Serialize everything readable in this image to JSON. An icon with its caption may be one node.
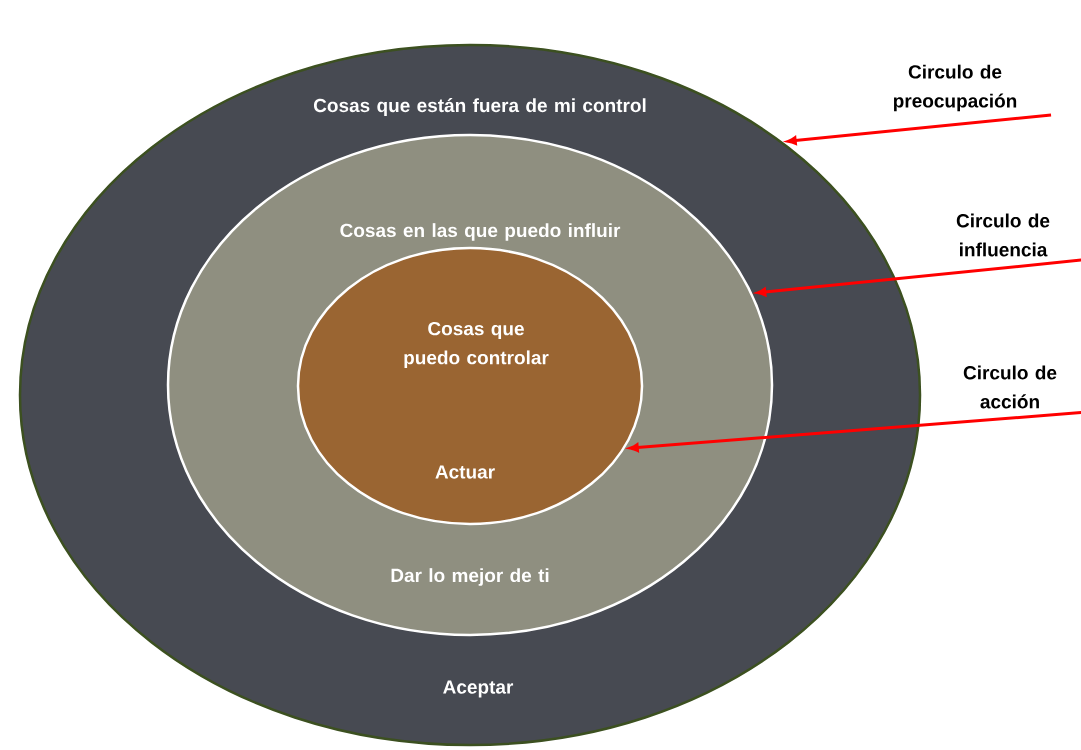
{
  "diagram": {
    "nodes": [
      {
        "text": [
          "Cosas que están fuera de mi control",
          "Aceptar"
        ]
      },
      {
        "text": [
          "Cosas en las que puedo influir",
          "Dar lo mejor de ti"
        ],
        "in": 0
      },
      {
        "text": [
          "Cosas que puedo controlar",
          "Actuar"
        ],
        "in": 1
      },
      {
        "text": [
          "Circulo de preocupación"
        ]
      },
      {
        "text": [
          "Circulo de influencia"
        ]
      },
      {
        "text": [
          "Circulo de acción"
        ]
      }
    ],
    "edges": [
      {
        "from": 3,
        "to": 0,
        "arrow": "to"
      },
      {
        "from": 4,
        "to": 1,
        "arrow": "to"
      },
      {
        "from": 5,
        "to": 2,
        "arrow": "to"
      }
    ]
  }
}
